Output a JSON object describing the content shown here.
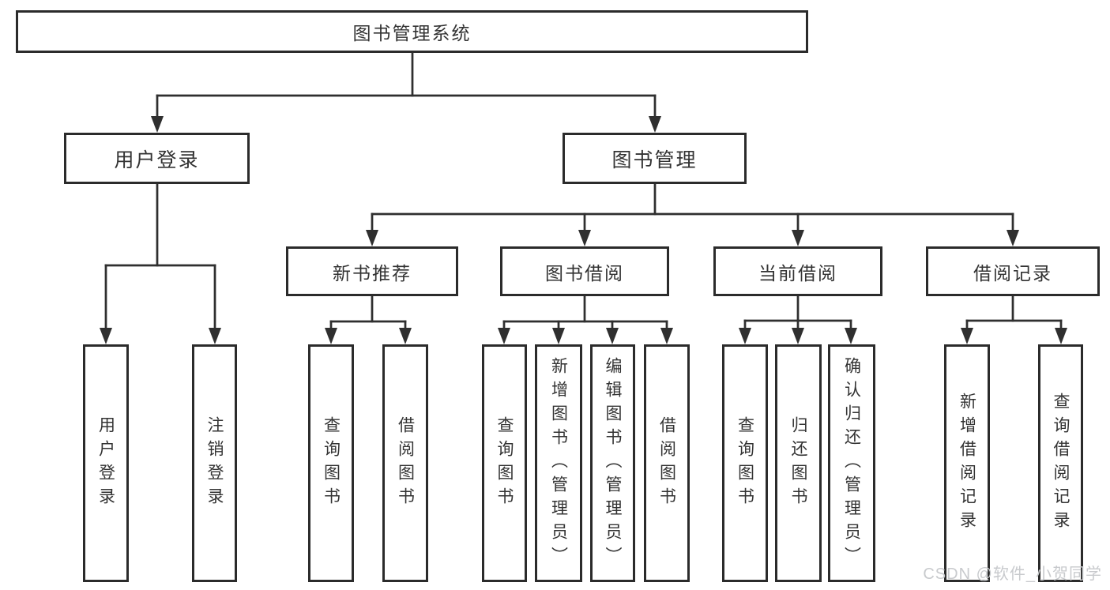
{
  "tree": {
    "label": "图书管理系统",
    "children": [
      {
        "label": "用户登录",
        "children": [
          {
            "label": "用户登录"
          },
          {
            "label": "注销登录"
          }
        ]
      },
      {
        "label": "图书管理",
        "children": [
          {
            "label": "新书推荐",
            "children": [
              {
                "label": "查询图书"
              },
              {
                "label": "借阅图书"
              }
            ]
          },
          {
            "label": "图书借阅",
            "children": [
              {
                "label": "查询图书"
              },
              {
                "label": "新增图书（管理员）"
              },
              {
                "label": "编辑图书（管理员）"
              },
              {
                "label": "借阅图书"
              }
            ]
          },
          {
            "label": "当前借阅",
            "children": [
              {
                "label": "查询图书"
              },
              {
                "label": "归还图书"
              },
              {
                "label": "确认归还（管理员）"
              }
            ]
          },
          {
            "label": "借阅记录",
            "children": [
              {
                "label": "新增借阅记录"
              },
              {
                "label": "查询借阅记录"
              }
            ]
          }
        ]
      }
    ]
  },
  "watermark": {
    "text": "CSDN @软件_小贺同学"
  },
  "colors": {
    "line": "#2f2f2f",
    "border": "#2b2b2b",
    "text": "#333333",
    "watermark": "#c8cacd",
    "bg": "#ffffff"
  }
}
